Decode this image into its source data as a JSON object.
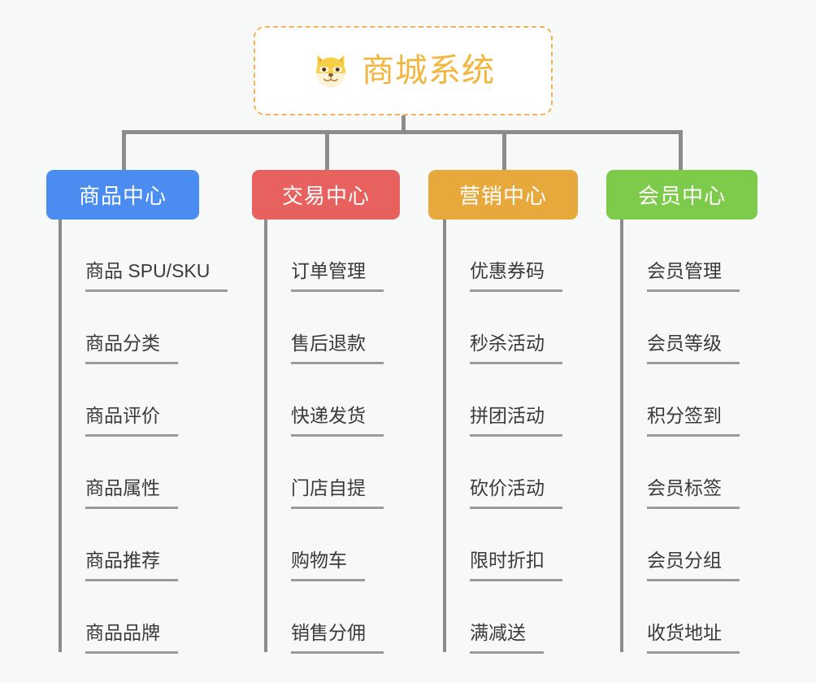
{
  "page": {
    "background_color": "#f7f8f8",
    "line_color": "#8c8c8c",
    "leaf_text_color": "#3a3a3a"
  },
  "root": {
    "title": "商城系统",
    "icon": "shiba-dog-icon",
    "title_color": "#f2b63c",
    "border_color": "#f0b35c",
    "fill_color": "#ffffff"
  },
  "columns": [
    {
      "id": "product-center",
      "header": "商品中心",
      "color": "#4a8cf0",
      "items": [
        {
          "label": "商品 SPU/SKU"
        },
        {
          "label": "商品分类"
        },
        {
          "label": "商品评价"
        },
        {
          "label": "商品属性"
        },
        {
          "label": "商品推荐"
        },
        {
          "label": "商品品牌"
        }
      ]
    },
    {
      "id": "trade-center",
      "header": "交易中心",
      "color": "#e7615e",
      "items": [
        {
          "label": "订单管理"
        },
        {
          "label": "售后退款"
        },
        {
          "label": "快递发货"
        },
        {
          "label": "门店自提"
        },
        {
          "label": "购物车"
        },
        {
          "label": "销售分佣"
        }
      ]
    },
    {
      "id": "marketing-center",
      "header": "营销中心",
      "color": "#e8a93c",
      "items": [
        {
          "label": "优惠券码"
        },
        {
          "label": "秒杀活动"
        },
        {
          "label": "拼团活动"
        },
        {
          "label": "砍价活动"
        },
        {
          "label": "限时折扣"
        },
        {
          "label": "满减送"
        }
      ]
    },
    {
      "id": "member-center",
      "header": "会员中心",
      "color": "#7ecb4c",
      "items": [
        {
          "label": "会员管理"
        },
        {
          "label": "会员等级"
        },
        {
          "label": "积分签到"
        },
        {
          "label": "会员标签"
        },
        {
          "label": "会员分组"
        },
        {
          "label": "收货地址"
        }
      ]
    }
  ]
}
